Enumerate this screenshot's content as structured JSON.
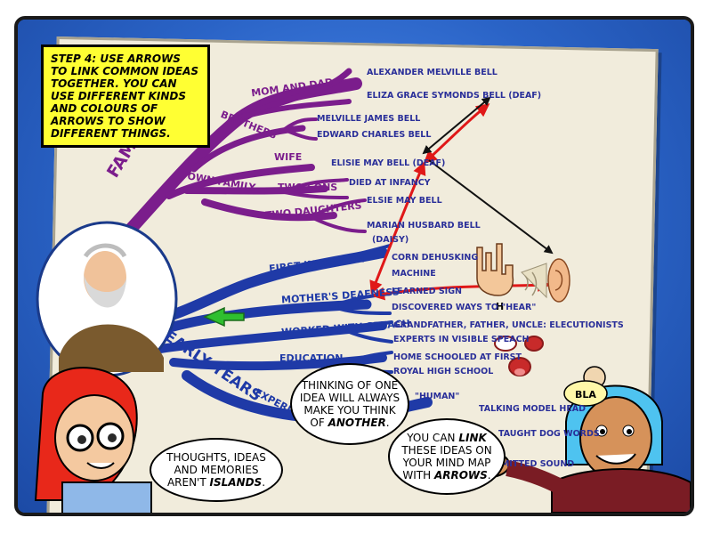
{
  "caption": {
    "lead": "STEP 4:",
    "text": "USE ARROWS TO LINK COMMON IDEAS TOGETHER. YOU CAN USE DIFFERENT KINDS AND COLOURS OF ARROWS TO SHOW DIFFERENT THINGS."
  },
  "mindmap": {
    "family": {
      "label": "FAMILY",
      "branches": {
        "parents": "MOM AND DAD",
        "brothers": "BROTHERS",
        "wife": "WIFE",
        "own_family": "OWN FAMILY",
        "two_sons": "TWO SONS",
        "two_daughters": "TWO DAUGHTERS"
      },
      "leaves": {
        "father": "ALEXANDER MELVILLE BELL",
        "mother": "ELIZA GRACE SYMONDS BELL (DEAF)",
        "brother1": "MELVILLE JAMES BELL",
        "brother2": "EDWARD CHARLES BELL",
        "wife": "ELISIE MAY BELL (DEAF)",
        "sons": "DIED AT INFANCY",
        "daughter1": "ELSIE MAY BELL",
        "daughter2": "MARIAN HUSBARD BELL",
        "daughter2b": "(DAISY)"
      }
    },
    "early_years": {
      "label": "EARLY YEARS",
      "branches": {
        "first_invention": "FIRST INVENTION",
        "mothers_deafness": "MOTHER'S DEAFNESS",
        "speach": "WORKED WITH SPEACH",
        "education": "EDUCATION",
        "experiments": "EXPERIMENTS"
      },
      "leaves": {
        "invention1": "CORN DEHUSKING",
        "invention2": "MACHINE",
        "deaf1": "LEARNED SIGN",
        "deaf2": "DISCOVERED WAYS TO \"HEAR\"",
        "speach1": "GRANDFATHER, FATHER, UNCLE: ELECUTIONISTS",
        "speach2": "EXPERTS IN VISIBLE SPEACH",
        "edu1": "HOME SCHOOLED AT FIRST",
        "edu2": "ROYAL HIGH SCHOOL",
        "exp_human": "\"HUMAN\"",
        "exp1": "TALKING MODEL HEAD",
        "exp2": "TAUGHT DOG WORDS",
        "exp3": "SMITTED SOUND"
      }
    },
    "sign_letter": "H",
    "blah": "BLA"
  },
  "bubbles": {
    "left": {
      "pre": "THOUGHTS, IDEAS AND MEMORIES AREN'T ",
      "em": "ISLANDS",
      "post": "."
    },
    "middle": {
      "pre": "THINKING OF ONE IDEA WILL ALWAYS MAKE YOU THINK OF ",
      "em": "ANOTHER",
      "post": "."
    },
    "right": {
      "pre": "YOU CAN ",
      "em1": "LINK",
      "mid": " THESE IDEAS ON YOUR MIND MAP WITH ",
      "em2": "ARROWS",
      "post": "."
    }
  },
  "colors": {
    "family_branch": "#7b1d8c",
    "early_years_branch": "#1f3aa7",
    "red_arrow": "#e01818",
    "black_arrow": "#111111",
    "caption_bg": "#ffff33",
    "frame_bg": "#2a63c6"
  }
}
